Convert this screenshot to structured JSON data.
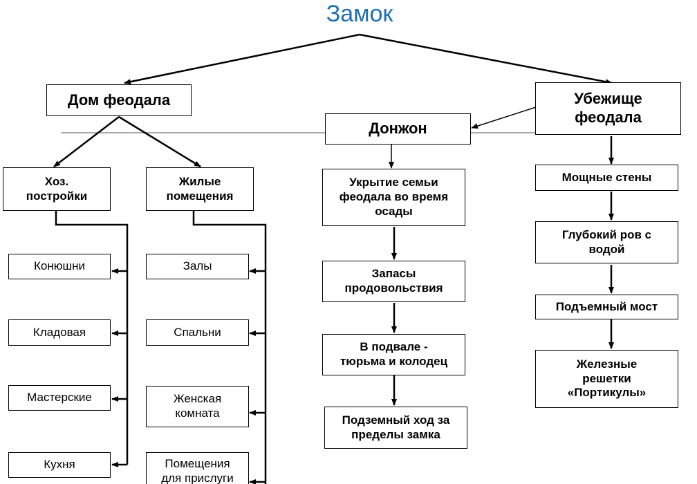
{
  "title": "Замок",
  "nodes": {
    "dom": "Дом феодала",
    "ubezhishche": "Убежище\nфеодала",
    "donzhon": "Донжон",
    "hoz": "Хоз.\nпостройки",
    "zhilye": "Жилые\nпомещения",
    "konyushni": "Конюшни",
    "kladovaya": "Кладовая",
    "masterskie": "Мастерские",
    "kuhnya": "Кухня",
    "zaly": "Залы",
    "spalni": "Спальни",
    "zhenskaya": "Женская\nкомната",
    "prisluga": "Помещения\nдля прислуги",
    "ukrytie": "Укрытие семьи\nфеодала во время\nосады",
    "zapasy": "Запасы\nпродовольствия",
    "podval": "В подвале -\nтюрьма и колодец",
    "podzemny": "Подземный ход за\nпределы замка",
    "steny": "Мощные стены",
    "rov": "Глубокий ров с\nводой",
    "most": "Подъемный мост",
    "reshetki": "Железные\nрешетки\n«Портикулы»"
  }
}
